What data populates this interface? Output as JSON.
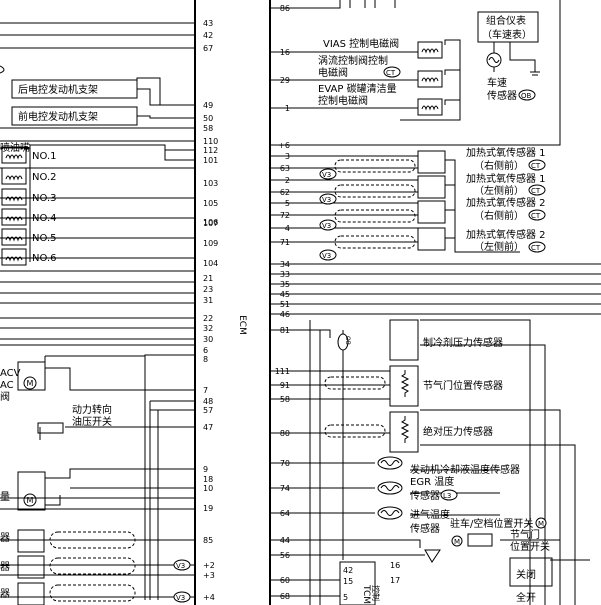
{
  "ecm_label": "ECM",
  "left_pins": [
    {
      "n": "43"
    },
    {
      "n": "42"
    },
    {
      "n": "67"
    },
    {
      "n": "49"
    },
    {
      "n": "50"
    },
    {
      "n": "58"
    },
    {
      "n": "110"
    },
    {
      "n": "112"
    },
    {
      "n": "101"
    },
    {
      "n": "103"
    },
    {
      "n": "105"
    },
    {
      "n": "107"
    },
    {
      "n": "109"
    },
    {
      "n": "104"
    },
    {
      "n": "106"
    },
    {
      "n": "21"
    },
    {
      "n": "23"
    },
    {
      "n": "31"
    },
    {
      "n": "22"
    },
    {
      "n": "32"
    },
    {
      "n": "30"
    },
    {
      "n": "6"
    },
    {
      "n": "8"
    },
    {
      "n": "7"
    },
    {
      "n": "48"
    },
    {
      "n": "57"
    },
    {
      "n": "47"
    },
    {
      "n": "9"
    },
    {
      "n": "18"
    },
    {
      "n": "10"
    },
    {
      "n": "19"
    },
    {
      "n": "85"
    },
    {
      "n": "+2"
    },
    {
      "n": "+3"
    },
    {
      "n": "+4"
    }
  ],
  "right_pins": [
    {
      "n": "86"
    },
    {
      "n": "16"
    },
    {
      "n": "29"
    },
    {
      "n": "1"
    },
    {
      "n": "+6"
    },
    {
      "n": "3"
    },
    {
      "n": "63"
    },
    {
      "n": "2"
    },
    {
      "n": "62"
    },
    {
      "n": "5"
    },
    {
      "n": "72"
    },
    {
      "n": "4"
    },
    {
      "n": "71"
    },
    {
      "n": "34"
    },
    {
      "n": "33"
    },
    {
      "n": "35"
    },
    {
      "n": "45"
    },
    {
      "n": "51"
    },
    {
      "n": "46"
    },
    {
      "n": "81"
    },
    {
      "n": "111"
    },
    {
      "n": "91"
    },
    {
      "n": "58"
    },
    {
      "n": "80"
    },
    {
      "n": "70"
    },
    {
      "n": "74"
    },
    {
      "n": "64"
    },
    {
      "n": "44"
    },
    {
      "n": "56"
    },
    {
      "n": "60"
    },
    {
      "n": "68"
    }
  ],
  "left_labels": {
    "rear_bracket": "后电控发动机支架",
    "front_bracket": "前电控发动机支架",
    "injector_title": "喷油嘴",
    "injectors": [
      "NO.1",
      "NO.2",
      "NO.3",
      "NO.4",
      "NO.5",
      "NO.6"
    ],
    "acv": "ACV",
    "ac": "AC",
    "valve_frag": "阀",
    "ps_switch_1": "动力转向",
    "ps_switch_2": "油压开关",
    "gauge_frag": "量",
    "device_frag": "器",
    "v3": "V3",
    "m": "M"
  },
  "right_labels": {
    "vias": "VIAS 控制电磁阀",
    "swirl_1": "涡流控制阀控制",
    "swirl_2": "电磁阀",
    "evap_1": "EVAP 碳罐清洁量",
    "evap_2": "控制电磁阀",
    "cluster_1": "组合仪表",
    "cluster_2": "（车速表）",
    "vss_1": "车速",
    "vss_2": "传感器",
    "o2_1a": "加热式氧传感器 1",
    "o2_1b": "（右侧前）",
    "o2_2a": "加热式氧传感器 1",
    "o2_2b": "（左侧前）",
    "o2_3a": "加热式氧传感器 2",
    "o2_3b": "（右侧前）",
    "o2_4a": "加热式氧传感器 2",
    "o2_4b": "（左侧前）",
    "refrig": "制冷剂压力传感器",
    "tps": "节气门位置传感器",
    "map": "绝对压力传感器",
    "ect": "发动机冷却液温度传感器",
    "egr_1": "EGR 温度",
    "egr_2": "传感器",
    "iat_1": "进气温度",
    "iat_2": "传感器",
    "park": "驻车/空档位置开关",
    "ctps_1": "节气门",
    "ctps_2": "位置开关",
    "closed": "关闭",
    "wot": "全开",
    "tcm": "TCM",
    "tcm_frag": "控制",
    "pin42": "42",
    "pin15": "15",
    "pin5": "5",
    "pin16": "16",
    "pin17": "17",
    "tags": {
      "ct": "CT",
      "ob": "OB",
      "l3": "L3",
      "m": "M",
      "v3": "V3"
    }
  }
}
